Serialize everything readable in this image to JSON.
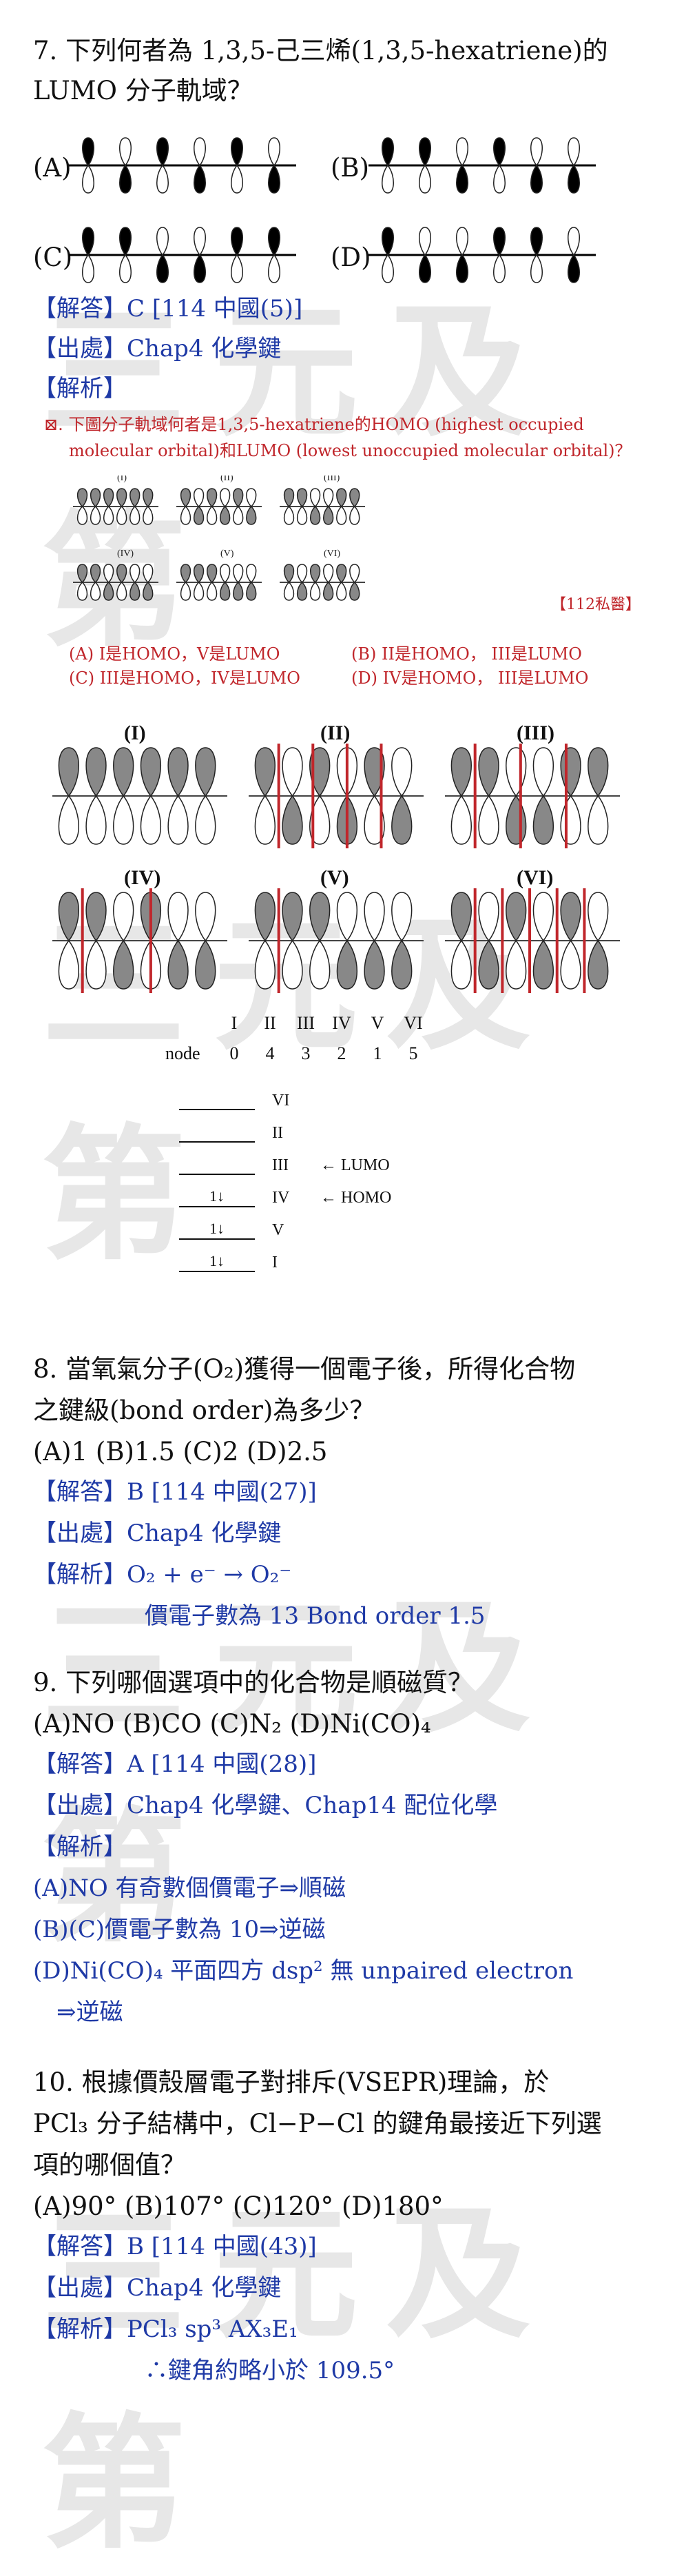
{
  "watermark": "三元及第",
  "q7": {
    "stem_line1": "7.  下列何者為 1,3,5-己三烯(1,3,5-hexatriene)的",
    "stem_line2": "LUMO  分子軌域？",
    "opt_a": "(A)",
    "opt_b": "(B)",
    "opt_c": "(C)",
    "opt_d": "(D)",
    "answer": "【解答】C     [114 中國(5)]",
    "source": "【出處】Chap4  化學鍵",
    "analysis": "【解析】",
    "ref_title1": "⊠. 下圖分子軌域何者是1,3,5-hexatriene的HOMO (highest occupied",
    "ref_title2": "molecular orbital)和LUMO (lowest unoccupied molecular orbital)？",
    "ref_labels": [
      "(I)",
      "(II)",
      "(III)",
      "(IV)",
      "(V)",
      "(VI)"
    ],
    "ref_tag": "【112私醫】",
    "ref_opt_a": "(A) I是HOMO，V是LUMO",
    "ref_opt_b": "(B) II是HOMO， III是LUMO",
    "ref_opt_c": "(C) III是HOMO，IV是LUMO",
    "ref_opt_d": "(D) IV是HOMO，  III是LUMO",
    "big_labels": [
      "(I)",
      "(II)",
      "(III)",
      "(IV)",
      "(V)",
      "(VI)"
    ],
    "node_header": [
      "I",
      "II",
      "III",
      "IV",
      "V",
      "VI"
    ],
    "node_label": "node",
    "node_values": [
      "0",
      "4",
      "3",
      "2",
      "1",
      "5"
    ],
    "levels": [
      {
        "name": "VI",
        "electrons": "",
        "arrow": ""
      },
      {
        "name": "II",
        "electrons": "",
        "arrow": ""
      },
      {
        "name": "III",
        "electrons": "",
        "arrow": "← LUMO"
      },
      {
        "name": "IV",
        "electrons": "1↓",
        "arrow": "← HOMO"
      },
      {
        "name": "V",
        "electrons": "1↓",
        "arrow": ""
      },
      {
        "name": "I",
        "electrons": "1↓",
        "arrow": ""
      }
    ]
  },
  "q8": {
    "stem_line1": "8.  當氧氣分子(O₂)獲得一個電子後，所得化合物",
    "stem_line2": "之鍵級(bond order)為多少？",
    "options": "(A)1     (B)1.5     (C)2     (D)2.5",
    "answer": "【解答】B     [114 中國(27)]",
    "source": "【出處】Chap4  化學鍵",
    "analysis": "【解析】O₂ + e⁻ → O₂⁻",
    "analysis2": "價電子數為 13    Bond order 1.5"
  },
  "q9": {
    "stem": "9.  下列哪個選項中的化合物是順磁質？",
    "options": "(A)NO      (B)CO      (C)N₂      (D)Ni(CO)₄",
    "answer": "【解答】A     [114 中國(28)]",
    "source": "【出處】Chap4  化學鍵、Chap14  配位化學",
    "analysis": "【解析】",
    "a_line": "(A)NO 有奇數個價電子⇒順磁",
    "bc_line": "(B)(C)價電子數為 10⇒逆磁",
    "d_line": "(D)Ni(CO)₄ 平面四方 dsp² 無 unpaired electron",
    "d_line2": "⇒逆磁"
  },
  "q10": {
    "stem_line1": "10. 根據價殼層電子對排斥(VSEPR)理論，於",
    "stem_line2": "PCl₃ 分子結構中，Cl−P−Cl 的鍵角最接近下列選",
    "stem_line3": "項的哪個值？",
    "options": "(A)90°     (B)107°     (C)120°     (D)180°",
    "answer": "【解答】B     [114 中國(43)]",
    "source": "【出處】Chap4  化學鍵",
    "analysis": "【解析】PCl₃ sp³    AX₃E₁",
    "analysis2": "∴鍵角約略小於 109.5°"
  }
}
